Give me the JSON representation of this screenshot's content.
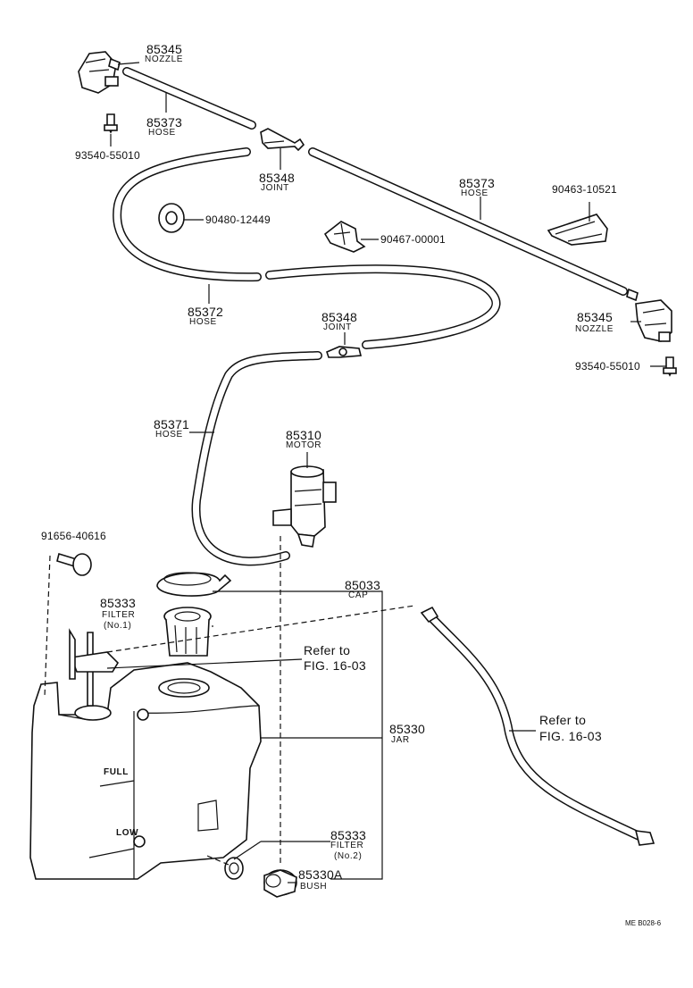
{
  "labels": {
    "nozzle_top_num": "85345",
    "nozzle_top_name": "NOZZLE",
    "hose_top_num": "85373",
    "hose_top_name": "HOSE",
    "screw_top": "93540-55010",
    "joint_top_num": "85348",
    "joint_top_name": "JOINT",
    "hose_long_num": "85373",
    "hose_long_name": "HOSE",
    "clip_right": "90463-10521",
    "grommet": "90480-12449",
    "clamp": "90467-00001",
    "hose_loop_num": "85372",
    "hose_loop_name": "HOSE",
    "nozzle_right_num": "85345",
    "nozzle_right_name": "NOZZLE",
    "joint_mid_num": "85348",
    "joint_mid_name": "JOINT",
    "screw_right": "93540-55010",
    "hose_motor_num": "85371",
    "hose_motor_name": "HOSE",
    "motor_num": "85310",
    "motor_name": "MOTOR",
    "bolt": "91656-40616",
    "cap_num": "85033",
    "cap_name": "CAP",
    "filter1_num": "85333",
    "filter1_name": "FILTER",
    "filter1_qual": "(No.1)",
    "refer1_a": "Refer to",
    "refer1_b": "FIG. 16-03",
    "jar_num": "85330",
    "jar_name": "JAR",
    "refer2_a": "Refer to",
    "refer2_b": "FIG. 16-03",
    "filter2_num": "85333",
    "filter2_name": "FILTER",
    "filter2_qual": "(No.2)",
    "bush_num": "85330A",
    "bush_name": "BUSH",
    "tank_full": "FULL",
    "tank_low": "LOW",
    "figure_code": "ME  B028-6"
  }
}
